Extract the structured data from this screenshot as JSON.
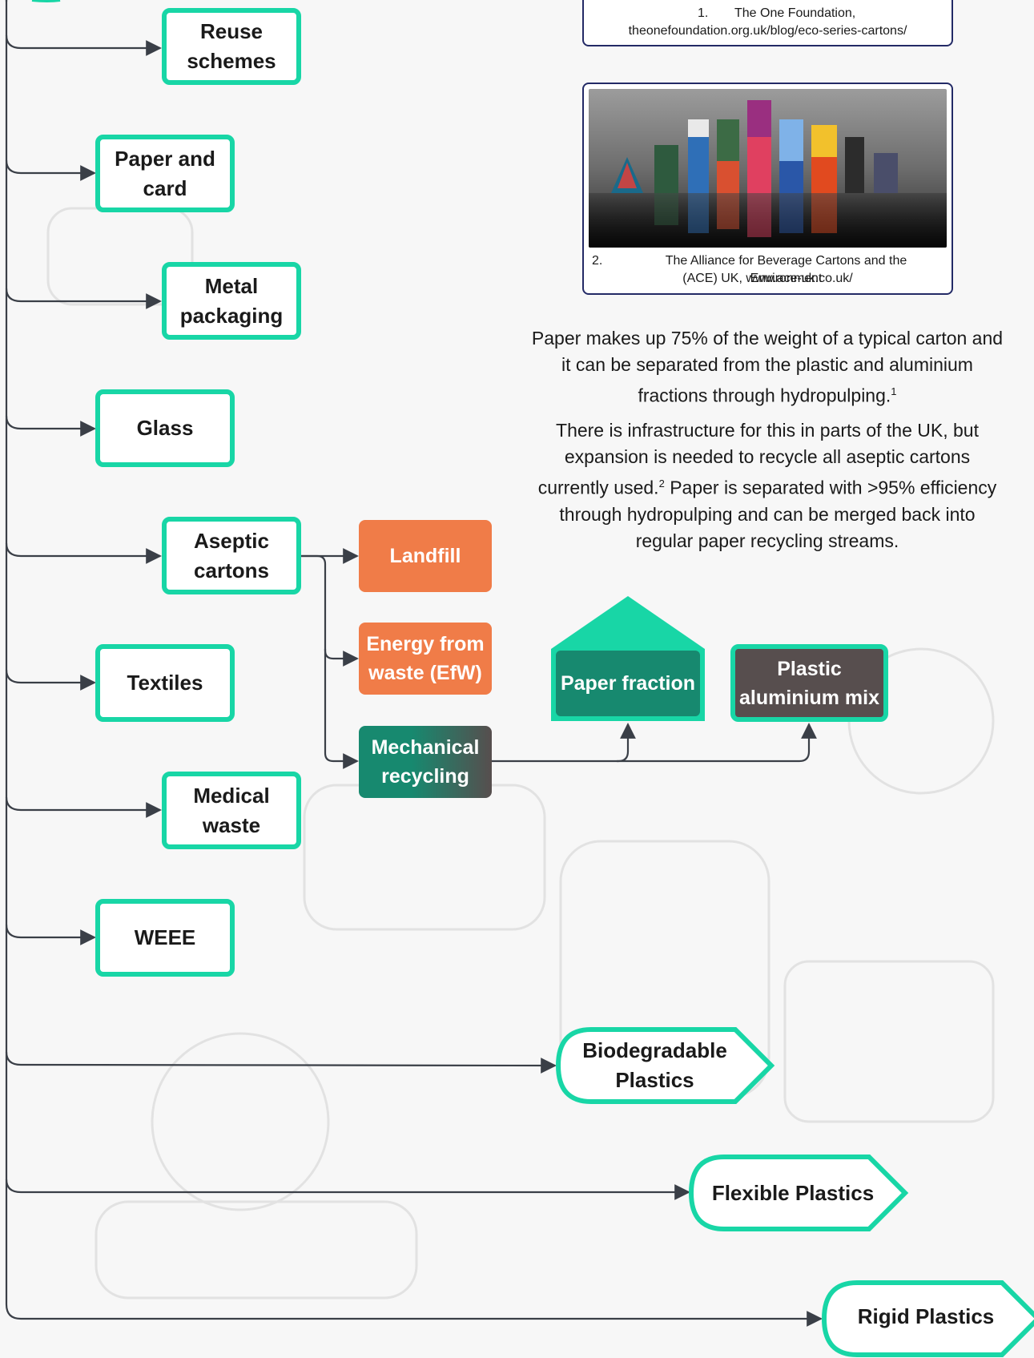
{
  "diagram": {
    "categories": [
      {
        "id": "reuse",
        "label_line1": "Reuse",
        "label_line2": "schemes"
      },
      {
        "id": "paper",
        "label_line1": "Paper and",
        "label_line2": "card"
      },
      {
        "id": "metal",
        "label_line1": "Metal",
        "label_line2": "packaging"
      },
      {
        "id": "glass",
        "label_line1": "Glass",
        "label_line2": ""
      },
      {
        "id": "aseptic",
        "label_line1": "Aseptic",
        "label_line2": "cartons"
      },
      {
        "id": "textiles",
        "label_line1": "Textiles",
        "label_line2": ""
      },
      {
        "id": "medical",
        "label_line1": "Medical",
        "label_line2": "waste"
      },
      {
        "id": "weee",
        "label_line1": "WEEE",
        "label_line2": ""
      }
    ],
    "destinations": {
      "landfill": "Landfill",
      "efw_line1": "Energy from",
      "efw_line2": "waste (EfW)",
      "mech_line1": "Mechanical",
      "mech_line2": "recycling"
    },
    "outputs": {
      "paper_fraction": "Paper fraction",
      "plastic_line1": "Plastic",
      "plastic_line2": "aluminium mix"
    },
    "plastics": {
      "biodegradable_line1": "Biodegradable",
      "biodegradable_line2": "Plastics",
      "flexible": "Flexible Plastics",
      "rigid": "Rigid Plastics"
    }
  },
  "references": {
    "ref1": {
      "num": "1.",
      "line1": "The One Foundation,",
      "line2": "theonefoundation.org.uk/blog/eco-series-cartons/"
    },
    "ref2": {
      "num": "2.",
      "line1": "The Alliance for Beverage Cartons and the Environment",
      "line2": "(ACE) UK, www.ace-uk.co.uk/"
    }
  },
  "text": {
    "para1_lines": [
      "Paper makes up 75% of the weight of a typical carton and",
      "it can be separated from the plastic and aluminium",
      "fractions through hydropulping."
    ],
    "para1_sup": "1",
    "para2_line1": "There is infrastructure for this in parts of the UK, but",
    "para2_line2": "expansion is needed to recycle all aseptic cartons",
    "para2_line3a": "currently used.",
    "para2_sup": "2",
    "para2_line3b": " Paper is separated with >95% efficiency",
    "para2_line4": "through hydropulping and can be merged back into",
    "para2_line5": "regular paper recycling streams."
  },
  "colors": {
    "teal": "#18d6a6",
    "dark_teal": "#17896f",
    "orange": "#f07c48",
    "grey_brown": "#574e4e",
    "navy": "#232a66",
    "line": "#3a3f47"
  }
}
